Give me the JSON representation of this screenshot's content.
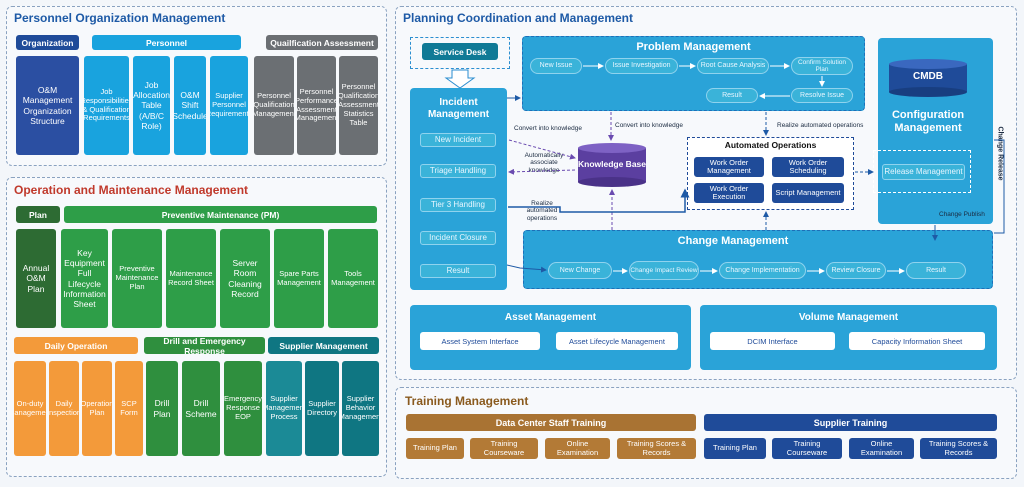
{
  "personnel": {
    "title": "Personnel Organization Management",
    "organization_header": "Organization",
    "personnel_header": "Personnel",
    "qualification_header": "Quailfication Assessment",
    "organization_boxes": [
      "O&M Management Organization Structure"
    ],
    "personnel_boxes": [
      "Job Responsibilities & Qualification Requirements",
      "Job Allocation Table (A/B/C Role)",
      "O&M Shift Schedule",
      "Supplier Personnel Requirements"
    ],
    "qualification_boxes": [
      "Personnel Qualification Management",
      "Personnel Performance Assessment Management",
      "Personnel Qualification Assessment Statistics Table"
    ]
  },
  "om": {
    "title": "Operation and Maintenance Management",
    "plan_header": "Plan",
    "pm_header": "Preventive Maintenance (PM)",
    "plan_boxes": [
      "Annual O&M Plan"
    ],
    "pm_boxes": [
      "Key Equipment Full Lifecycle Information Sheet",
      "Preventive Maintenance Plan",
      "Maintenance Record Sheet",
      "Server Room Cleaning Record",
      "Spare Parts Management",
      "Tools Management"
    ],
    "daily_header": "Daily Operation",
    "drill_header": "Drill and Emergency Response",
    "supplier_header": "Supplier Management",
    "daily_boxes": [
      "On-duty Management",
      "Daily Inspection",
      "Operation Plan",
      "SCP Form"
    ],
    "drill_boxes": [
      "Drill Plan",
      "Drill Scheme",
      "Emergency Response EOP"
    ],
    "supplier_boxes": [
      "Supplier Management Process",
      "Supplier Directory",
      "Supplier Behavior Management"
    ]
  },
  "planning": {
    "title": "Planning Coordination and Management",
    "service_desk": "Service Desk",
    "incident_title": "Incident Management",
    "incident_items": [
      "New Incident",
      "Triage Handling",
      "Tier 3 Handling",
      "Incident Closure",
      "Result"
    ],
    "problem_title": "Problem  Management",
    "problem_flow": [
      "New Issue",
      "Issue Investigation",
      "Root Cause Analysis",
      "Confirm Solution Plan"
    ],
    "problem_result": "Result",
    "problem_resolve": "Resolve Issue",
    "knowledge_base": "Knowledge Base",
    "label_convert1": "Convert into knowledge",
    "label_convert2": "Convert into knowledge",
    "label_auto_assoc": "Automatically associate knowledge",
    "label_realize1": "Realize automated operations",
    "label_realize2": "Realize automated operations",
    "auto_ops_title": "Automated Operations",
    "auto_ops_items": [
      "Work Order Management",
      "Work Order Scheduling",
      "Work Order Execution",
      "Script Management"
    ],
    "cmdb": "CMDB",
    "config_title": "Configuration Management",
    "release_mgmt": "Release Management",
    "change_release": "Change Release",
    "change_publish": "Change Publish",
    "change_title": "Change  Management",
    "change_flow": [
      "New Change",
      "Change Impact Review",
      "Change Implementation",
      "Review Closure",
      "Result"
    ],
    "asset_title": "Asset Management",
    "asset_items": [
      "Asset System Interface",
      "Asset Lifecycle Management"
    ],
    "volume_title": "Volume  Management",
    "volume_items": [
      "DCIM Interface",
      "Capacity Information Sheet"
    ]
  },
  "training": {
    "title": "Training Management",
    "staff_header": "Data Center Staff  Training",
    "supplier_header": "Supplier Training",
    "staff_items": [
      "Training Plan",
      "Training Courseware",
      "Online Examination",
      "Training Scores & Records"
    ],
    "supplier_items": [
      "Training Plan",
      "Training Courseware",
      "Online Examination",
      "Training Scores & Records"
    ]
  }
}
